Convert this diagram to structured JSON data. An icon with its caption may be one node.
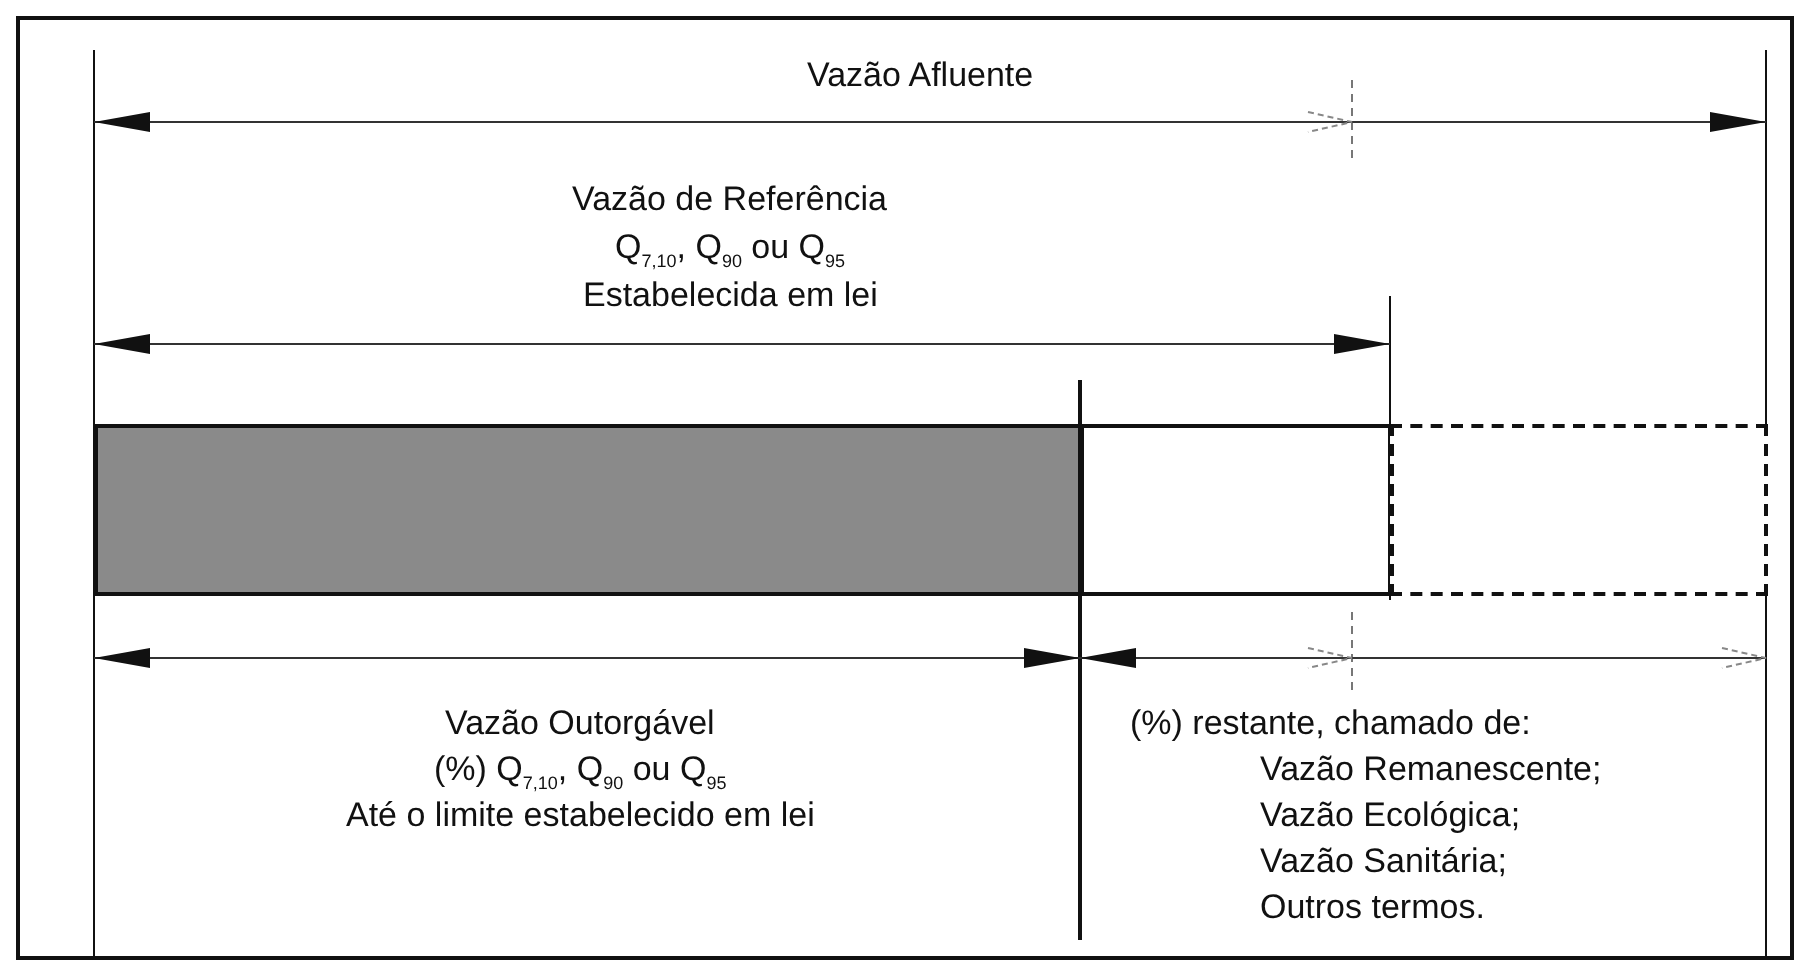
{
  "diagram": {
    "nodes": [
      {
        "text": [],
        "shape": "bar"
      },
      {
        "text": [],
        "shape": "bar"
      },
      {
        "text": [],
        "shape": "bar"
      }
    ],
    "edges": [],
    "labels": [
      "Vazão Afluente",
      "Vazão de Referência",
      "Q$_{7,10}$, Q$_{90}$ ou Q$_{95}$",
      "Estabelecida em lei",
      "Vazão Outorgável",
      "(%) Q$_{7,10}$, Q$_{90}$ ou Q$_{95}$",
      "Até o limite estabelecido em lei",
      "(%) restante, chamado de:",
      "Vazão Remanescente;",
      "Vazão Ecológica;",
      "Vazão Sanitária;",
      "Outros termos."
    ]
  }
}
